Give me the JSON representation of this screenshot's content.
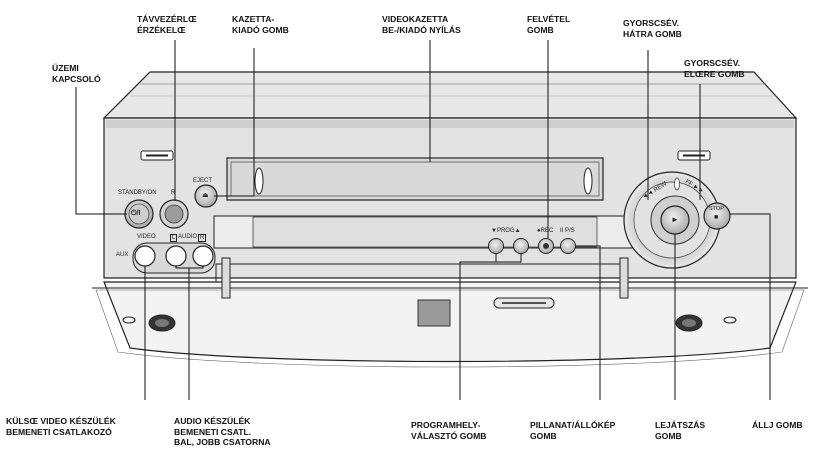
{
  "callouts": {
    "standby_switch": [
      "ÜZEMI",
      "KAPCSOLÓ"
    ],
    "remote_sensor": [
      "TÁVVEZÉRLŒ",
      "ÉRZÉKELŒ"
    ],
    "eject_button": [
      "KAZETTA-",
      "KIADÓ GOMB"
    ],
    "cassette_slot": [
      "VIDEOKAZETTA",
      "BE-/KIADÓ NYÍLÁS"
    ],
    "record_button": [
      "FELVÉTEL",
      "GOMB"
    ],
    "rewind_button": [
      "GYORSCSÉV.",
      "HÁTRA GOMB"
    ],
    "ff_button": [
      "GYORSCSÉV.",
      "ELŒRE GOMB"
    ],
    "video_input": [
      "KÜLSŒ VIDEO KÉSZÜLÉK",
      "BEMENETI CSATLAKOZÓ"
    ],
    "audio_input": [
      "AUDIO KÉSZÜLÉK",
      "BEMENETI CSATL.",
      "BAL, JOBB CSATORNA"
    ],
    "program_buttons": [
      "PROGRAMHELY-",
      "VÁLASZTÓ GOMB"
    ],
    "pause_button": [
      "PILLANAT/ÁLLÓKÉP",
      "GOMB"
    ],
    "play_button": [
      "LEJÁTSZÁS",
      "GOMB"
    ],
    "stop_button": [
      "ÁLLJ GOMB"
    ]
  },
  "device": {
    "standby_label": "STANDBY/ON",
    "standby_glyph": "⏻/I",
    "sensor_label": "R",
    "eject_label": "EJECT",
    "eject_glyph": "⏏",
    "aux_label": "AUX",
    "video_label": "VIDEO",
    "audio_label": "AUDIO",
    "audio_left": "L",
    "audio_right": "R",
    "prog_label": "▼PROG▲",
    "rec_label": "●REC",
    "ps_label": "II P/S",
    "rew_label": "◄◄ REW",
    "ff_label": "FF ►►",
    "stop_label": "STOP",
    "stop_glyph": "■",
    "play_glyph": "►"
  }
}
